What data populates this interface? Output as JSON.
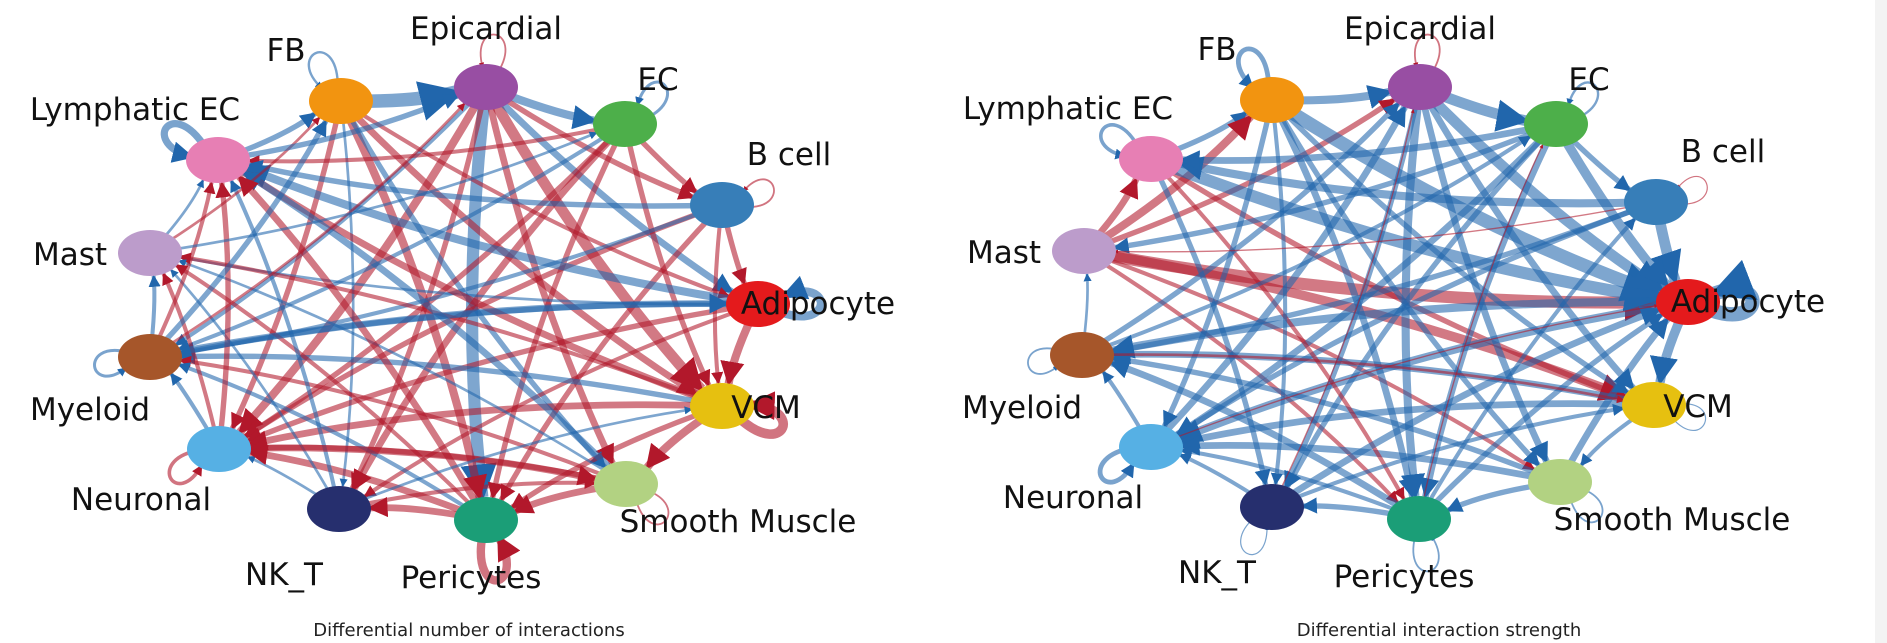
{
  "figure": {
    "colors": {
      "increased": "#b2182b",
      "decreased": "#2166ac",
      "background": "#ffffff",
      "scrollbar": "#f3f3f3"
    },
    "cell_types": [
      {
        "name": "Epicardial",
        "color": "#984ea3"
      },
      {
        "name": "EC",
        "color": "#4daf4a"
      },
      {
        "name": "B cell",
        "color": "#377eb8"
      },
      {
        "name": "Adipocyte",
        "color": "#e41a1c"
      },
      {
        "name": "VCM",
        "color": "#e6c010"
      },
      {
        "name": "Smooth Muscle",
        "color": "#b2d282"
      },
      {
        "name": "Pericytes",
        "color": "#1b9e77"
      },
      {
        "name": "NK_T",
        "color": "#262f6e"
      },
      {
        "name": "Neuronal",
        "color": "#56b0e4"
      },
      {
        "name": "Myeloid",
        "color": "#a6562a"
      },
      {
        "name": "Mast",
        "color": "#bc9ccb"
      },
      {
        "name": "Lymphatic EC",
        "color": "#e77fb4"
      },
      {
        "name": "FB",
        "color": "#f29410"
      }
    ],
    "panels": [
      {
        "id": "count",
        "caption": "Differential number of interactions",
        "self_loops": [
          {
            "node": "FB",
            "sign": -1,
            "weight": 2
          },
          {
            "node": "Epicardial",
            "sign": 1,
            "weight": 1.5
          },
          {
            "node": "EC",
            "sign": -1,
            "weight": 2.5
          },
          {
            "node": "B cell",
            "sign": 1,
            "weight": 1.5
          },
          {
            "node": "Adipocyte",
            "sign": -1,
            "weight": 7
          },
          {
            "node": "VCM",
            "sign": 1,
            "weight": 8
          },
          {
            "node": "Smooth Muscle",
            "sign": 1,
            "weight": 1.5
          },
          {
            "node": "Pericytes",
            "sign": 1,
            "weight": 7
          },
          {
            "node": "Neuronal",
            "sign": 1,
            "weight": 3
          },
          {
            "node": "Myeloid",
            "sign": -1,
            "weight": 2.5
          },
          {
            "node": "Lymphatic EC",
            "sign": -1,
            "weight": 6
          }
        ],
        "edges": [
          [
            "FB",
            "Epicardial",
            -1,
            10
          ],
          [
            "Epicardial",
            "EC",
            -1,
            6
          ],
          [
            "EC",
            "B cell",
            1,
            4
          ],
          [
            "B cell",
            "Adipocyte",
            1,
            4
          ],
          [
            "Adipocyte",
            "VCM",
            1,
            6
          ],
          [
            "VCM",
            "Smooth Muscle",
            1,
            6
          ],
          [
            "Smooth Muscle",
            "Pericytes",
            1,
            5
          ],
          [
            "Pericytes",
            "NK_T",
            1,
            5
          ],
          [
            "NK_T",
            "Neuronal",
            -1,
            2
          ],
          [
            "Neuronal",
            "Myeloid",
            -1,
            3
          ],
          [
            "Myeloid",
            "Mast",
            -1,
            3
          ],
          [
            "Mast",
            "Lymphatic EC",
            -1,
            2
          ],
          [
            "Lymphatic EC",
            "FB",
            -1,
            4
          ],
          [
            "Epicardial",
            "Pericytes",
            -1,
            9
          ],
          [
            "Epicardial",
            "NK_T",
            1,
            4
          ],
          [
            "Epicardial",
            "Smooth Muscle",
            1,
            5
          ],
          [
            "Epicardial",
            "VCM",
            1,
            8
          ],
          [
            "Epicardial",
            "Neuronal",
            1,
            6
          ],
          [
            "Epicardial",
            "Adipocyte",
            -1,
            5
          ],
          [
            "Epicardial",
            "B cell",
            1,
            4
          ],
          [
            "Epicardial",
            "Myeloid",
            -1,
            3
          ],
          [
            "FB",
            "Pericytes",
            1,
            6
          ],
          [
            "FB",
            "Smooth Muscle",
            -1,
            4
          ],
          [
            "FB",
            "VCM",
            1,
            5
          ],
          [
            "FB",
            "Neuronal",
            1,
            4
          ],
          [
            "FB",
            "NK_T",
            -1,
            2
          ],
          [
            "FB",
            "Adipocyte",
            1,
            3
          ],
          [
            "EC",
            "Pericytes",
            1,
            4
          ],
          [
            "EC",
            "NK_T",
            1,
            5
          ],
          [
            "EC",
            "Neuronal",
            1,
            4
          ],
          [
            "EC",
            "Myeloid",
            -1,
            3
          ],
          [
            "EC",
            "Lymphatic EC",
            1,
            3
          ],
          [
            "EC",
            "VCM",
            1,
            4
          ],
          [
            "B cell",
            "Neuronal",
            1,
            4
          ],
          [
            "B cell",
            "Myeloid",
            -1,
            3
          ],
          [
            "B cell",
            "Pericytes",
            1,
            4
          ],
          [
            "B cell",
            "Lymphatic EC",
            -1,
            4
          ],
          [
            "B cell",
            "VCM",
            1,
            3
          ],
          [
            "Adipocyte",
            "Myeloid",
            -1,
            4
          ],
          [
            "Adipocyte",
            "Lymphatic EC",
            -1,
            6
          ],
          [
            "Adipocyte",
            "Neuronal",
            1,
            4
          ],
          [
            "Adipocyte",
            "Mast",
            -1,
            2
          ],
          [
            "Adipocyte",
            "NK_T",
            1,
            3
          ],
          [
            "VCM",
            "Lymphatic EC",
            1,
            5
          ],
          [
            "VCM",
            "Myeloid",
            -1,
            4
          ],
          [
            "VCM",
            "Neuronal",
            1,
            5
          ],
          [
            "VCM",
            "Mast",
            1,
            3
          ],
          [
            "VCM",
            "Pericytes",
            1,
            4
          ],
          [
            "Smooth Muscle",
            "Lymphatic EC",
            -1,
            5
          ],
          [
            "Smooth Muscle",
            "Mast",
            -1,
            2
          ],
          [
            "Smooth Muscle",
            "Myeloid",
            1,
            3
          ],
          [
            "Smooth Muscle",
            "Neuronal",
            1,
            4
          ],
          [
            "Pericytes",
            "Lymphatic EC",
            1,
            5
          ],
          [
            "Pericytes",
            "Mast",
            1,
            3
          ],
          [
            "Pericytes",
            "Myeloid",
            -1,
            3
          ],
          [
            "Pericytes",
            "Neuronal",
            1,
            5
          ],
          [
            "NK_T",
            "Lymphatic EC",
            -1,
            3
          ],
          [
            "NK_T",
            "Mast",
            -1,
            2
          ],
          [
            "Neuronal",
            "Lymphatic EC",
            1,
            4
          ],
          [
            "Neuronal",
            "Mast",
            1,
            3
          ],
          [
            "Myeloid",
            "Lymphatic EC",
            1,
            3
          ],
          [
            "Mast",
            "FB",
            1,
            2
          ],
          [
            "Myeloid",
            "FB",
            -1,
            4
          ],
          [
            "Myeloid",
            "Epicardial",
            1,
            2
          ],
          [
            "Mast",
            "EC",
            -1,
            2
          ],
          [
            "Lymphatic EC",
            "Epicardial",
            -1,
            4
          ],
          [
            "Neuronal",
            "Smooth Muscle",
            1,
            5
          ],
          [
            "NK_T",
            "Smooth Muscle",
            1,
            3
          ],
          [
            "NK_T",
            "VCM",
            -1,
            2
          ],
          [
            "Myeloid",
            "Adipocyte",
            -1,
            5
          ]
        ]
      },
      {
        "id": "strength",
        "caption": "Differential interaction strength",
        "self_loops": [
          {
            "node": "FB",
            "sign": -1,
            "weight": 4
          },
          {
            "node": "Epicardial",
            "sign": 1,
            "weight": 1.5
          },
          {
            "node": "EC",
            "sign": -1,
            "weight": 2
          },
          {
            "node": "B cell",
            "sign": 1,
            "weight": 1
          },
          {
            "node": "Adipocyte",
            "sign": -1,
            "weight": 12
          },
          {
            "node": "VCM",
            "sign": -1,
            "weight": 1
          },
          {
            "node": "Smooth Muscle",
            "sign": -1,
            "weight": 1.5
          },
          {
            "node": "Pericytes",
            "sign": -1,
            "weight": 1.5
          },
          {
            "node": "NK_T",
            "sign": -1,
            "weight": 1
          },
          {
            "node": "Neuronal",
            "sign": -1,
            "weight": 4
          },
          {
            "node": "Myeloid",
            "sign": -1,
            "weight": 1.5
          },
          {
            "node": "Lymphatic EC",
            "sign": -1,
            "weight": 3
          }
        ],
        "edges": [
          [
            "FB",
            "Epicardial",
            -1,
            6
          ],
          [
            "Epicardial",
            "EC",
            -1,
            8
          ],
          [
            "EC",
            "B cell",
            -1,
            4
          ],
          [
            "B cell",
            "Adipocyte",
            -1,
            8
          ],
          [
            "Adipocyte",
            "VCM",
            -1,
            7
          ],
          [
            "VCM",
            "Smooth Muscle",
            -1,
            3
          ],
          [
            "Smooth Muscle",
            "Pericytes",
            -1,
            4
          ],
          [
            "Pericytes",
            "NK_T",
            -1,
            4
          ],
          [
            "NK_T",
            "Neuronal",
            -1,
            3
          ],
          [
            "Neuronal",
            "Myeloid",
            -1,
            3
          ],
          [
            "Myeloid",
            "Mast",
            -1,
            2
          ],
          [
            "Mast",
            "Lymphatic EC",
            1,
            5
          ],
          [
            "Lymphatic EC",
            "FB",
            -1,
            4
          ],
          [
            "Mast",
            "Adipocyte",
            1,
            9
          ],
          [
            "Mast",
            "VCM",
            1,
            7
          ],
          [
            "Mast",
            "Epicardial",
            1,
            4
          ],
          [
            "Mast",
            "FB",
            1,
            6
          ],
          [
            "Lymphatic EC",
            "VCM",
            1,
            4
          ],
          [
            "Mast",
            "Smooth Muscle",
            1,
            3
          ],
          [
            "Mast",
            "Pericytes",
            1,
            3
          ],
          [
            "Lymphatic EC",
            "Adipocyte",
            -1,
            9
          ],
          [
            "FB",
            "Adipocyte",
            -1,
            10
          ],
          [
            "Epicardial",
            "Adipocyte",
            -1,
            8
          ],
          [
            "EC",
            "Adipocyte",
            -1,
            7
          ],
          [
            "Epicardial",
            "Pericytes",
            -1,
            6
          ],
          [
            "FB",
            "Pericytes",
            -1,
            5
          ],
          [
            "EC",
            "Pericytes",
            -1,
            5
          ],
          [
            "EC",
            "NK_T",
            -1,
            4
          ],
          [
            "Epicardial",
            "NK_T",
            -1,
            4
          ],
          [
            "EC",
            "Neuronal",
            -1,
            5
          ],
          [
            "B cell",
            "Neuronal",
            -1,
            4
          ],
          [
            "Adipocyte",
            "Myeloid",
            -1,
            6
          ],
          [
            "Adipocyte",
            "Neuronal",
            -1,
            6
          ],
          [
            "VCM",
            "Neuronal",
            -1,
            5
          ],
          [
            "VCM",
            "Myeloid",
            -1,
            5
          ],
          [
            "Smooth Muscle",
            "Neuronal",
            -1,
            5
          ],
          [
            "Smooth Muscle",
            "Myeloid",
            -1,
            4
          ],
          [
            "Pericytes",
            "Myeloid",
            -1,
            5
          ],
          [
            "Pericytes",
            "Neuronal",
            -1,
            3
          ],
          [
            "Epicardial",
            "Smooth Muscle",
            -1,
            5
          ],
          [
            "FB",
            "Smooth Muscle",
            -1,
            4
          ],
          [
            "Epicardial",
            "VCM",
            -1,
            5
          ],
          [
            "FB",
            "VCM",
            -1,
            4
          ],
          [
            "B cell",
            "Myeloid",
            -1,
            4
          ],
          [
            "B cell",
            "Lymphatic EC",
            -1,
            6
          ],
          [
            "EC",
            "Lymphatic EC",
            -1,
            5
          ],
          [
            "EC",
            "Mast",
            -1,
            4
          ],
          [
            "Lymphatic EC",
            "Pericytes",
            1,
            3
          ],
          [
            "Lymphatic EC",
            "NK_T",
            -1,
            4
          ],
          [
            "FB",
            "Neuronal",
            -1,
            4
          ],
          [
            "FB",
            "NK_T",
            -1,
            3
          ],
          [
            "Myeloid",
            "Epicardial",
            -1,
            4
          ],
          [
            "Myeloid",
            "EC",
            -1,
            3
          ],
          [
            "Neuronal",
            "Epicardial",
            -1,
            5
          ],
          [
            "NK_T",
            "Adipocyte",
            -1,
            5
          ],
          [
            "Pericytes",
            "Adipocyte",
            -1,
            4
          ],
          [
            "Smooth Muscle",
            "Adipocyte",
            -1,
            5
          ],
          [
            "NK_T",
            "VCM",
            -1,
            3
          ],
          [
            "Pericytes",
            "B cell",
            -1,
            3
          ],
          [
            "Myeloid",
            "VCM",
            1,
            2
          ],
          [
            "Neuronal",
            "Adipocyte",
            1,
            1
          ],
          [
            "B cell",
            "Mast",
            1,
            1
          ],
          [
            "Pericytes",
            "EC",
            1,
            1
          ],
          [
            "NK_T",
            "Epicardial",
            1,
            1
          ]
        ]
      }
    ]
  }
}
